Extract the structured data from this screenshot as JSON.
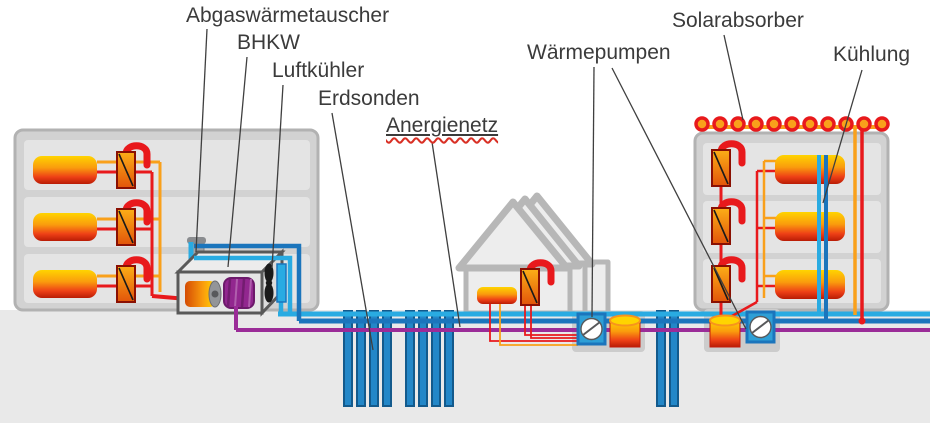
{
  "diagram": {
    "labels": {
      "abgaswaermetauscher": "Abgaswärmetauscher",
      "bhkw": "BHKW",
      "luftkuehler": "Luftkühler",
      "erdsonden": "Erdsonden",
      "anergienetz": "Anergienetz",
      "waermepumpen": "Wärmepumpen",
      "solarabsorber": "Solarabsorber",
      "kuehlung": "Kühlung"
    },
    "colors": {
      "pipe_cold_cyan": "#29abe2",
      "pipe_warm_blue": "#1b75bc",
      "pipe_electric_purple": "#9b2c98",
      "pipe_hot_red": "#e8191c",
      "pipe_solar_yellow": "#f9a01b",
      "building_gray": "#d2d2d2",
      "ground_gray": "#e9e9e9",
      "generator_purple": "#92278f"
    },
    "solar_absorber_count": 11,
    "borehole_groups": [
      4,
      4,
      2
    ],
    "large_buildings": 2,
    "small_houses": 3
  }
}
